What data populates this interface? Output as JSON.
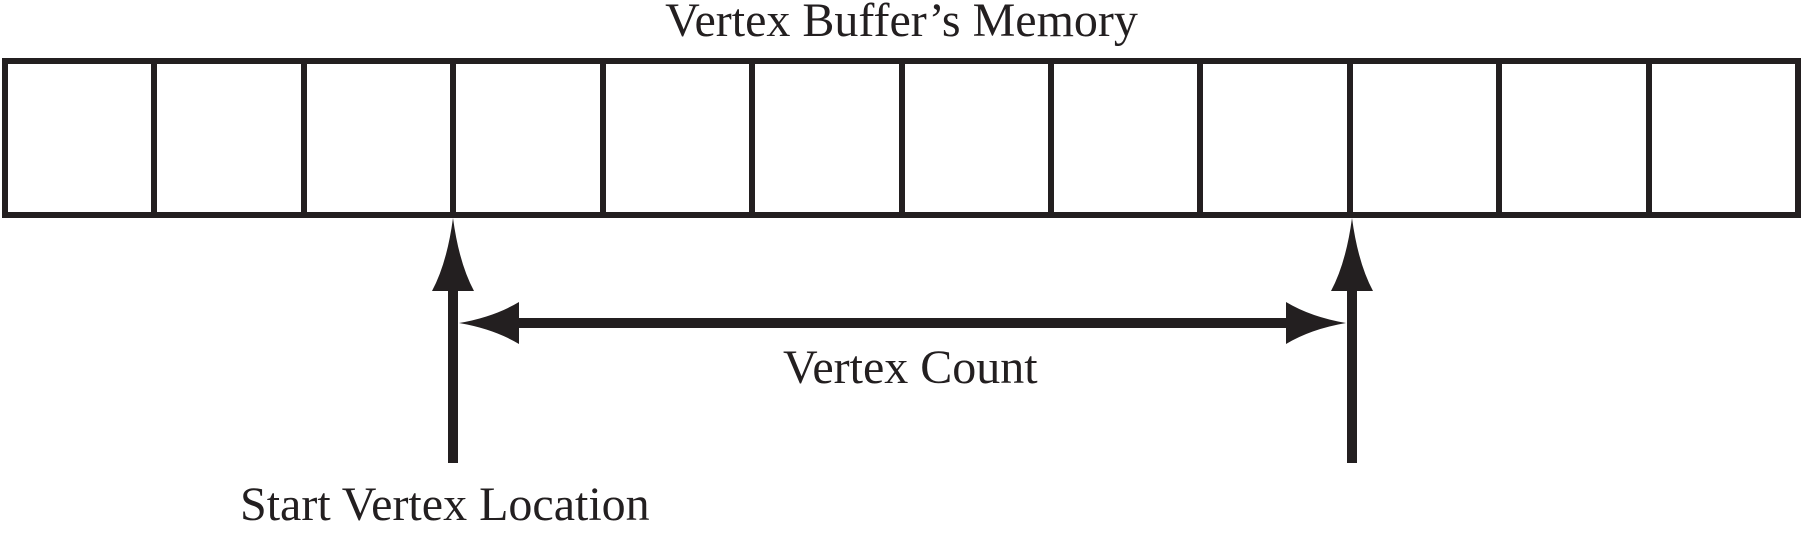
{
  "diagram": {
    "title": "Vertex Buffer’s Memory",
    "buffer": {
      "cell_count": 12
    },
    "annotations": {
      "vertex_count_label": "Vertex Count",
      "start_vertex_label": "Start Vertex Location",
      "start_cell_index": 3,
      "vertex_count_cells": 6
    },
    "colors": {
      "stroke": "#231F20",
      "background": "#FFFFFF"
    }
  }
}
